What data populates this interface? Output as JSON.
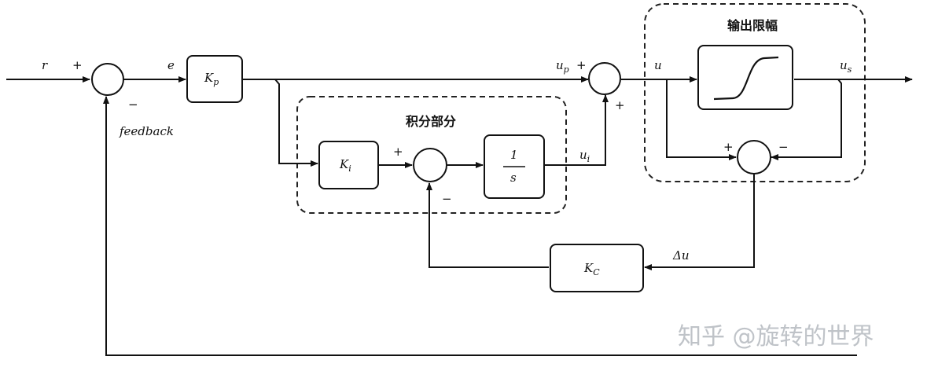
{
  "groups": {
    "integral": "积分部分",
    "limiter": "输出限幅"
  },
  "signals": {
    "r": "r",
    "e": "e",
    "feedback": "feedback",
    "up": "u",
    "up_sub": "p",
    "ui": "u",
    "ui_sub": "i",
    "u": "u",
    "us": "u",
    "us_sub": "s",
    "du": "Δu"
  },
  "blocks": {
    "kp": "K",
    "kp_sub": "p",
    "ki": "K",
    "ki_sub": "i",
    "int_num": "1",
    "int_den": "s",
    "kc": "K",
    "kc_sub": "C"
  },
  "signs": {
    "plus": "+",
    "minus": "−"
  },
  "watermark": "知乎 @旋转的世界"
}
